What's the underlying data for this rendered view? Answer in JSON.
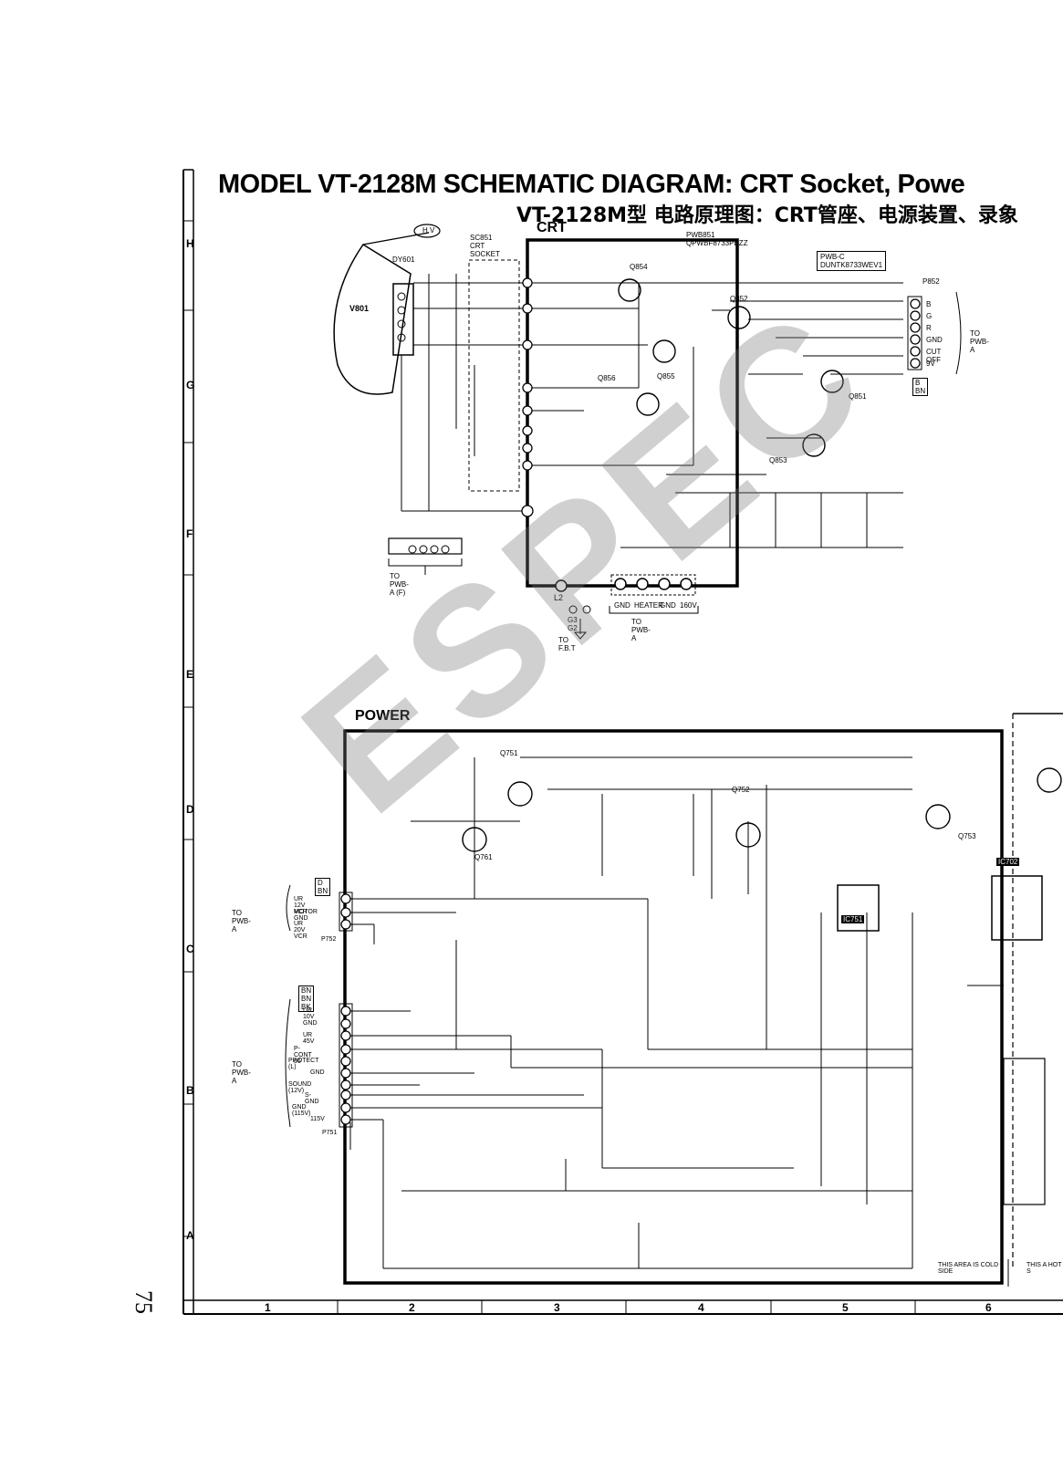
{
  "header": {
    "title": "MODEL VT-2128M SCHEMATIC DIAGRAM:  CRT Socket, Powe",
    "subtitle": "VT-2128M型 电路原理图：CRT管座、电源装置、录象"
  },
  "sections": {
    "crt": "CRT",
    "power": "POWER"
  },
  "grid": {
    "rows": [
      "H",
      "G",
      "F",
      "E",
      "D",
      "C",
      "B",
      "A"
    ],
    "cols": [
      "1",
      "2",
      "3",
      "4",
      "5",
      "6"
    ]
  },
  "page_number": "75",
  "watermark": "ESPEC",
  "crt_labels": {
    "hv": "H.V",
    "v801": "V801",
    "dy601": "DY601",
    "sc851": "SC851",
    "crt_socket": "CRT SOCKET",
    "pwb851": "PWB851  QPWBF8733PEZZ",
    "pwbc": "PWB-C",
    "pwbc_code": "DUNTK8733WEV1",
    "p852": "P852",
    "to_pwba": "TO PWB-A",
    "to_pwba_f": "TO PWB-A (F)",
    "to_fbt": "TO F.B.T",
    "l2": "L2",
    "g3g2": "G3  G2",
    "bbn": "B BN",
    "p851_pins": [
      "GND",
      "HEATER",
      "GND",
      "160V"
    ],
    "q854": "Q854",
    "q852": "Q852",
    "q855": "Q855",
    "q856": "Q856",
    "q851": "Q851",
    "q853": "Q853",
    "p852_pins": [
      "B",
      "G",
      "R",
      "GND",
      "CUT OFF",
      "9V"
    ]
  },
  "power_labels": {
    "to_pwba_1": "TO PWB-A",
    "to_pwba_2": "TO PWB-A",
    "p752_header": "D BN",
    "p751_header": "BN BN BK",
    "p752_pins": [
      "UR 12V VCR",
      "MOTOR GND",
      "UR 20V VCR"
    ],
    "p752": "P752",
    "p751": "P751",
    "p751_pins": [
      "UR 10V",
      "GND",
      "UR 45V",
      "P-CONT 06",
      "PROTECT (L)",
      "GND",
      "SOUND (12V)",
      "S-GND",
      "GND (115V)",
      "115V"
    ],
    "q751": "Q751",
    "q752": "Q752",
    "q753": "Q753",
    "q761": "Q761",
    "ic702": "IC702",
    "ic751": "IC751",
    "cold_side": "THIS AREA IS COLD SIDE",
    "hot_side": "THIS A HOT S"
  },
  "colors": {
    "ink": "#000000",
    "paper": "#ffffff",
    "watermark": "#8a8a8a"
  }
}
